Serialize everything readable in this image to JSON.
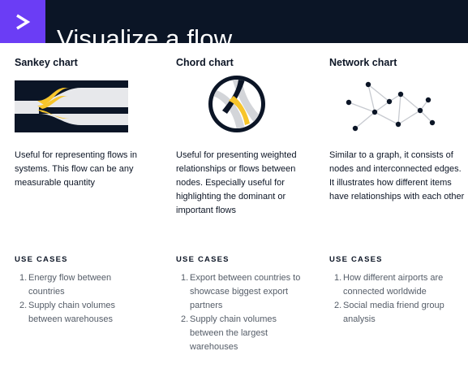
{
  "header": {
    "logo_glyph": ">",
    "title": "Visualize a flow",
    "colors": {
      "background": "#0b1526",
      "logo": "#6b3df5",
      "accent": "#f7c52b"
    }
  },
  "columns": [
    {
      "title": "Sankey chart",
      "icon": "sankey-chart-icon",
      "description": "Useful for representing flows in systems. This flow can be any measurable quantity",
      "use_cases_title": "USE CASES",
      "use_cases": [
        "Energy flow between countries",
        "Supply chain volumes between warehouses"
      ]
    },
    {
      "title": "Chord chart",
      "icon": "chord-chart-icon",
      "description": "Useful for presenting weighted relationships or flows between nodes. Especially useful for highlighting the dominant or important flows",
      "use_cases_title": "USE CASES",
      "use_cases": [
        "Export between countries to showcase biggest export partners",
        "Supply chain volumes between the largest warehouses"
      ]
    },
    {
      "title": "Network chart",
      "icon": "network-chart-icon",
      "description": "Similar to a graph, it consists of nodes and interconnected edges. It illustrates how different items have relationships with each other",
      "use_cases_title": "USE CASES",
      "use_cases": [
        "How different airports are connected worldwide",
        "Social media friend group analysis"
      ]
    }
  ]
}
